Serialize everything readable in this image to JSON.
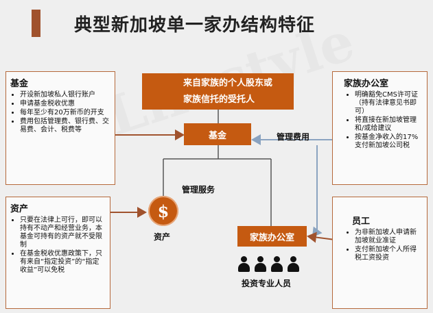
{
  "title": "典型新加坡单一家办结构特征",
  "watermark": "Lifestyle",
  "top_box": {
    "line1": "来自家族的个人股东或",
    "line2": "家族信托的受托人"
  },
  "fund_box": {
    "label": "基金"
  },
  "family_office_box": {
    "label": "家族办公室"
  },
  "labels": {
    "management_fee": "管理费用",
    "management_service": "管理服务",
    "assets": "资产",
    "investment_pros": "投资专业人员"
  },
  "fund_panel": {
    "title": "基金",
    "items": [
      "开设新加坡私人银行账户",
      "申请基金税收优惠",
      "每年至少有20万新币的开支",
      "费用包括管理费、银行费、交易费、会计、税费等"
    ]
  },
  "assets_panel": {
    "title": "资产",
    "items": [
      "只要在法律上可行，即可以持有不动产和经营业务，本基金可持有的资产就不受限制",
      "在基金税收优惠政策下，只有来自“指定投资”的“指定收益”可以免税"
    ]
  },
  "office_panel": {
    "title": "家族办公室",
    "items": [
      "明确豁免CMS许可证（持有法律意见书即可）",
      "将直接在新加坡管理和/或给建议",
      "按基金净收入的17%支付新加坡公司税"
    ]
  },
  "staff_panel": {
    "title": "员工",
    "items": [
      "为非新加坡人申请新加坡就业准证",
      "支付新加坡个人所得税工资投资"
    ]
  },
  "icons": {
    "coin": "dollar-coin-icon",
    "people": "people-icon"
  },
  "colors": {
    "accent": "#c55a11",
    "border": "#b5683a",
    "background": "#efefef"
  }
}
